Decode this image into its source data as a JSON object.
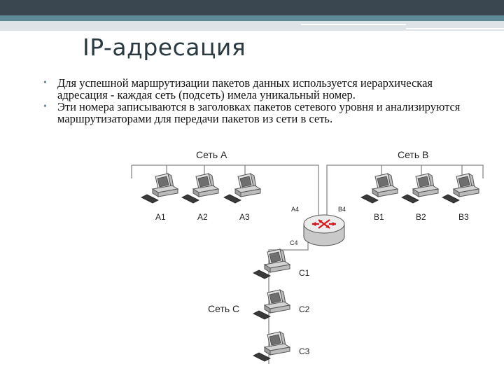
{
  "slide": {
    "title": "IP-адресация",
    "bullets": [
      "Для успешной маршрутизации пакетов данных используется иерархическая адресация - каждая сеть (подсеть) имела уникальный номер.",
      "Эти номера записываются в заголовках пакетов сетевого уровня и анализируются маршрутизаторами для передачи пакетов из сети в сеть."
    ]
  },
  "diagram": {
    "networks": {
      "a": "Сеть А",
      "b": "Сеть В",
      "c": "Сеть С"
    },
    "hosts": {
      "a1": "A1",
      "a2": "A2",
      "a3": "A3",
      "b1": "B1",
      "b2": "B2",
      "b3": "B3",
      "c1": "C1",
      "c2": "C2",
      "c3": "C3"
    },
    "router_ports": {
      "a4": "A4",
      "b4": "B4",
      "c4": "C4"
    }
  },
  "colors": {
    "accent_dark": "#3a4650",
    "accent_teal": "#5d8a96",
    "router_arrows": "#d9141c"
  }
}
